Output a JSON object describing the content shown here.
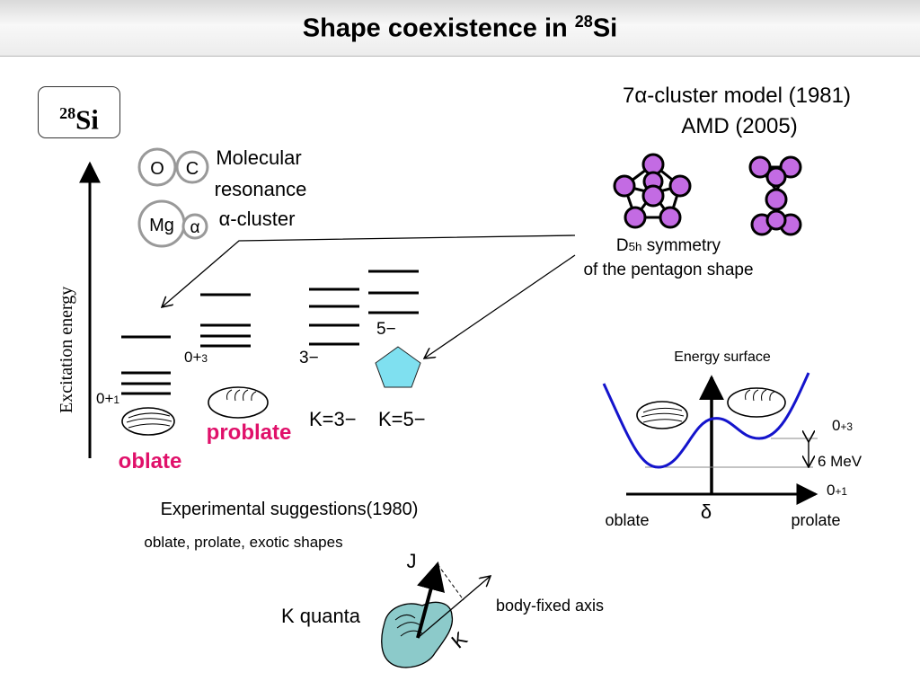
{
  "title": {
    "text": "Shape coexistence in ",
    "mass": "28",
    "element": "Si"
  },
  "nucleus_box": {
    "mass": "28",
    "element": "Si"
  },
  "cluster_labels": {
    "O": "O",
    "C": "C",
    "Mg": "Mg",
    "alpha": "α",
    "line1": "Molecular",
    "line2": "resonance",
    "line3": "α-cluster"
  },
  "models": {
    "line1": "7α-cluster model (1981)",
    "line2": "AMD (2005)"
  },
  "d5h": {
    "D": "D",
    "sub": "5h",
    "rest": " symmetry",
    "line2": "of the pentagon shape"
  },
  "axis_label": "Excitation energy",
  "levels": {
    "state_01": "0+",
    "state_01_sub": "1",
    "state_03": "0+",
    "state_03_sub": "3",
    "state_3m": "3−",
    "state_5m": "5−"
  },
  "shapes": {
    "oblate": "oblate",
    "prolate": "problate"
  },
  "bands": {
    "k3": "K=3−",
    "k5": "K=5−"
  },
  "experimental": {
    "line1": "Experimental suggestions(1980)",
    "line2": "oblate, prolate, exotic shapes"
  },
  "energy_surface": {
    "title": "Energy surface",
    "state_03": "0",
    "state_03_sup": "+",
    "state_03_sub": "3",
    "state_01": "0",
    "state_01_sup": "+",
    "state_01_sub": "1",
    "gap": "6 MeV",
    "x_symbol": "δ",
    "left_label": "oblate",
    "right_label": "prolate"
  },
  "k_quanta": {
    "label": "K quanta",
    "J": "J",
    "K": "K",
    "axis": "body-fixed axis"
  },
  "colors": {
    "purple": "#c36be3",
    "teal": "#8ccaca",
    "pentagon": "#7fe0f0",
    "magenta": "#e0106a",
    "blue": "#1414cc",
    "gray": "#8a8a8a"
  }
}
